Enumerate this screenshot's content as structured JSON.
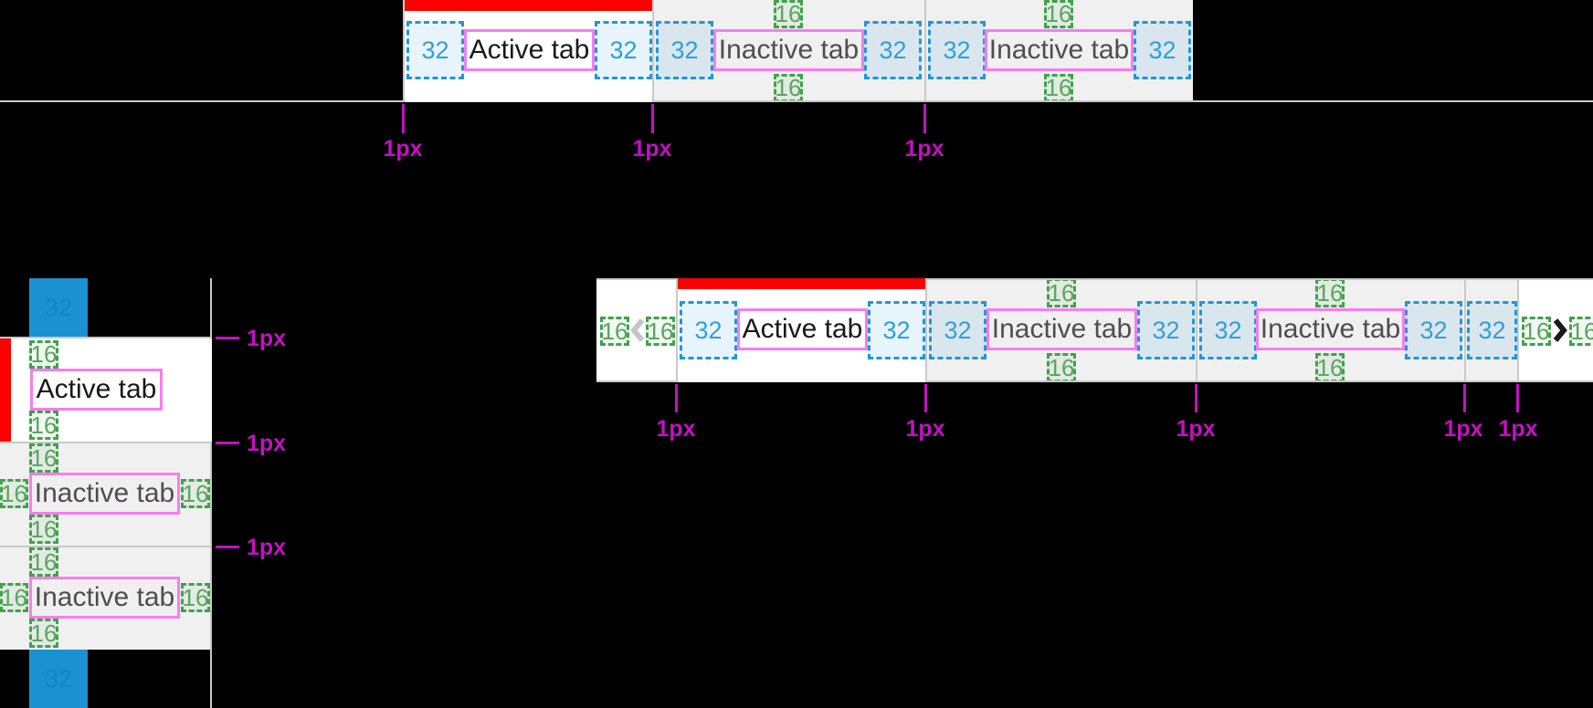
{
  "colors": {
    "background": "#000000",
    "surface_active": "#ffffff",
    "surface_inactive": "#f0f0f0",
    "border": "#c9c9c9",
    "accent_red": "#ff0000",
    "text_active": "#191919",
    "text_inactive": "#4e4e4e",
    "measure_blue": "#2196d6",
    "measure_blue_text": "#2e9fd9",
    "measure_green": "#3fa24a",
    "measure_green_text": "#5aa55e",
    "measure_pink": "#f87cf0",
    "magenta": "#c410c4",
    "spacer_blue": "#1b91d2",
    "chevron_disabled": "#c6c6c6",
    "chevron_enabled": "#1a1a1a"
  },
  "top_bar": {
    "tabs": [
      {
        "label": "Active tab",
        "state": "active",
        "pad_left": "32",
        "pad_right": "32"
      },
      {
        "label": "Inactive tab",
        "state": "inactive",
        "pad_top": "16",
        "pad_left": "32",
        "pad_right": "32",
        "pad_bottom": "16"
      },
      {
        "label": "Inactive tab",
        "state": "inactive",
        "pad_top": "16",
        "pad_left": "32",
        "pad_right": "32",
        "pad_bottom": "16"
      }
    ],
    "border_annotations": [
      "1px",
      "1px",
      "1px"
    ]
  },
  "vertical_bar": {
    "spacer_top": "32",
    "tabs": [
      {
        "label": "Active tab",
        "state": "active",
        "pad_top": "16",
        "pad_bottom": "16"
      },
      {
        "label": "Inactive tab",
        "state": "inactive",
        "pad_top": "16",
        "pad_left": "16",
        "pad_right": "16",
        "pad_bottom": "16"
      },
      {
        "label": "Inactive tab",
        "state": "inactive",
        "pad_top": "16",
        "pad_left": "16",
        "pad_right": "16",
        "pad_bottom": "16"
      }
    ],
    "spacer_bottom": "32",
    "border_annotations": [
      "1px",
      "1px",
      "1px"
    ]
  },
  "scrollable_bar": {
    "scroll_left_button": {
      "pad_left": "16",
      "pad_right": "16",
      "state": "disabled"
    },
    "tabs": [
      {
        "label": "Active tab",
        "state": "active",
        "pad_left": "32",
        "pad_right": "32"
      },
      {
        "label": "Inactive tab",
        "state": "inactive",
        "pad_top": "16",
        "pad_left": "32",
        "pad_right": "32",
        "pad_bottom": "16"
      },
      {
        "label": "Inactive tab",
        "state": "inactive",
        "pad_top": "16",
        "pad_left": "32",
        "pad_right": "32",
        "pad_bottom": "16"
      }
    ],
    "overflow_tab_pad": "32",
    "scroll_right_button": {
      "pad_left": "16",
      "pad_right": "16",
      "state": "enabled"
    },
    "border_annotations": [
      "1px",
      "1px",
      "1px",
      "1px",
      "1px"
    ]
  }
}
